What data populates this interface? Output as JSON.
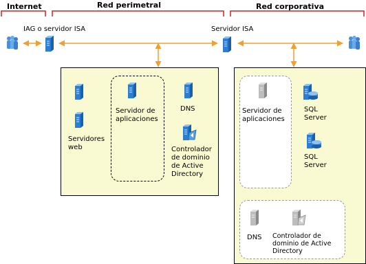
{
  "zones": {
    "internet": "Internet",
    "perimeter": "Red perimetral",
    "corporate": "Red corporativa"
  },
  "servers": {
    "iag_isa": "IAG o servidor ISA",
    "isa": "Servidor ISA"
  },
  "perimeter_panel": {
    "web_servers": "Servidores web",
    "app_server": "Servidor de aplicaciones",
    "dns": "DNS",
    "ad_controller": "Controlador de dominio de Active Directory"
  },
  "corporate_panel": {
    "app_server": "Servidor de aplicaciones",
    "sql1": "SQL Server",
    "sql2": "SQL Server",
    "dns": "DNS",
    "ad_controller": "Controlador de dominio de Active Directory"
  },
  "colors": {
    "arrow": "#f0a030",
    "bracket": "#d02020",
    "panel_fill": "#fafad2",
    "server_blue": "#2a7fd4"
  },
  "icons": [
    "users-icon",
    "server-icon",
    "database-server-icon",
    "domain-controller-icon"
  ]
}
